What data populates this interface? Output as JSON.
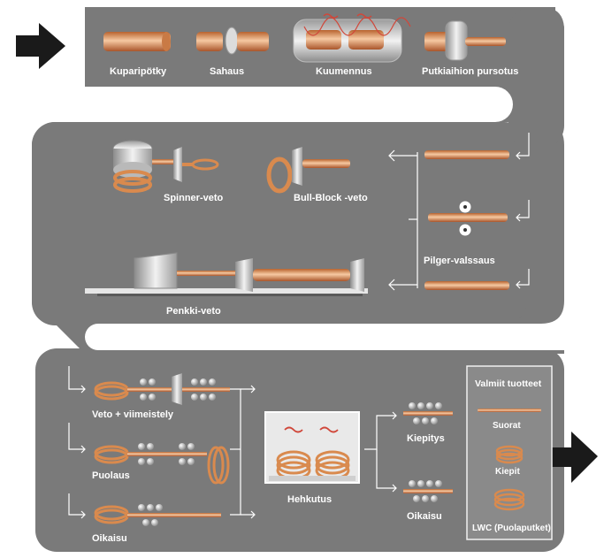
{
  "stages": {
    "kuparipotky": "Kuparipötky",
    "sahaus": "Sahaus",
    "kuumennus": "Kuumennus",
    "putkiaihion_pursotus": "Putkiaihion pursotus",
    "spinner_veto": "Spinner-veto",
    "bull_block_veto": "Bull-Block -veto",
    "pilger_valssaus": "Pilger-valssaus",
    "penkki_veto": "Penkki-veto",
    "veto_viimeistely": "Veto + viimeistely",
    "puolaus": "Puolaus",
    "oikaisu_left": "Oikaisu",
    "hehkutus": "Hehkutus",
    "kiepitys": "Kiepitys",
    "oikaisu_right": "Oikaisu"
  },
  "finished_products": {
    "title": "Valmiit tuotteet",
    "suorat": "Suorat",
    "kiepit": "Kiepit",
    "lwc": "LWC (Puolaputket)"
  },
  "colors": {
    "band": "#7a7a7a",
    "copper": "#d98a4e",
    "copper_light": "#f2c29a",
    "arrow": "#1a1a1a"
  }
}
